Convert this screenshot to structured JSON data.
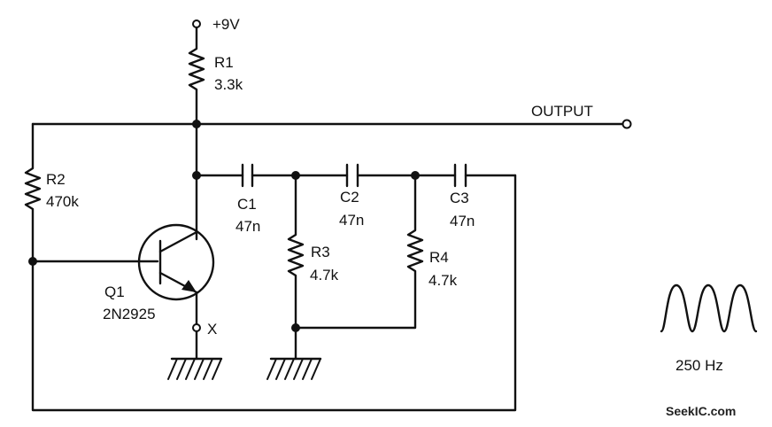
{
  "supply": {
    "label": "+9V"
  },
  "output": {
    "label": "OUTPUT"
  },
  "components": {
    "r1": {
      "name": "R1",
      "value": "3.3k"
    },
    "r2": {
      "name": "R2",
      "value": "470k"
    },
    "r3": {
      "name": "R3",
      "value": "4.7k"
    },
    "r4": {
      "name": "R4",
      "value": "4.7k"
    },
    "c1": {
      "name": "C1",
      "value": "47n"
    },
    "c2": {
      "name": "C2",
      "value": "47n"
    },
    "c3": {
      "name": "C3",
      "value": "47n"
    },
    "q1": {
      "name": "Q1",
      "part": "2N2925"
    }
  },
  "node_x": {
    "label": "X"
  },
  "waveform": {
    "label": "250 Hz"
  },
  "watermark": "SeekIC.com"
}
